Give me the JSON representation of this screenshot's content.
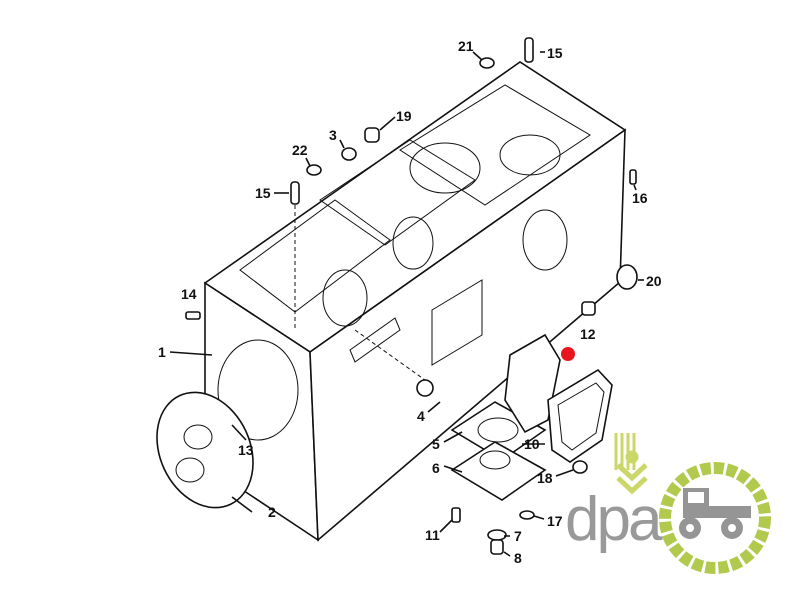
{
  "diagram": {
    "title": "Transmission housing exploded parts view",
    "callouts": [
      "21",
      "15",
      "19",
      "3",
      "22",
      "15",
      "16",
      "20",
      "14",
      "12",
      "1",
      "4",
      "5",
      "10",
      "6",
      "18",
      "13",
      "2",
      "11",
      "17",
      "7",
      "8"
    ],
    "highlight_color": "#e8141e"
  },
  "logo": {
    "text": "dpa",
    "colors": {
      "text": "#8f8f8f",
      "ring": "#a9c43a",
      "wheat": "#c7d35a",
      "tractor": "#8a8a8a"
    }
  }
}
